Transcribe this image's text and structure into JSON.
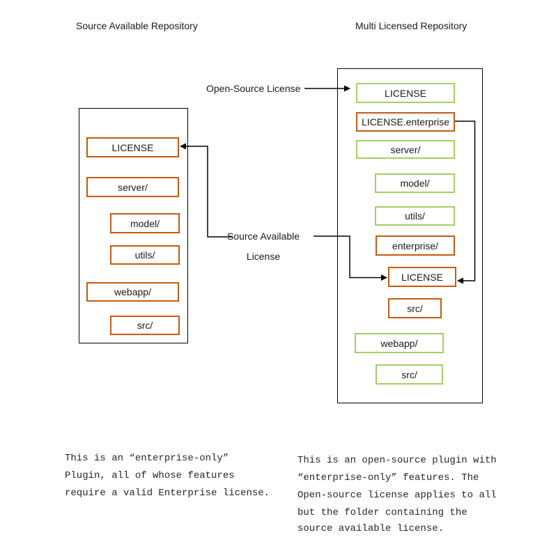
{
  "colors": {
    "source_available_accent": "#C55A11",
    "open_source_accent": "#A4CE64",
    "outline": "#000000"
  },
  "left_repo": {
    "title": "Source Available Repository",
    "items": [
      "LICENSE",
      "server/",
      "model/",
      "utils/",
      "webapp/",
      "src/"
    ]
  },
  "right_repo": {
    "title": "Multi Licensed Repository",
    "items": [
      "LICENSE",
      "LICENSE.enterprise",
      "server/",
      "model/",
      "utils/",
      "enterprise/",
      "LICENSE",
      "src/",
      "webapp/",
      "src/"
    ]
  },
  "annotations": {
    "open_source_license": "Open-Source License",
    "source_available_license_line1": "Source Available",
    "source_available_license_line2": "License"
  },
  "notes": {
    "left_lines": [
      "This is an “enterprise-only”",
      "Plugin, all of whose features",
      "require a valid Enterprise license."
    ],
    "right_lines": [
      "This is an open-source plugin with",
      "“enterprise-only” features. The",
      "Open-source license applies to all",
      "but the folder containing the",
      "source available license."
    ]
  }
}
